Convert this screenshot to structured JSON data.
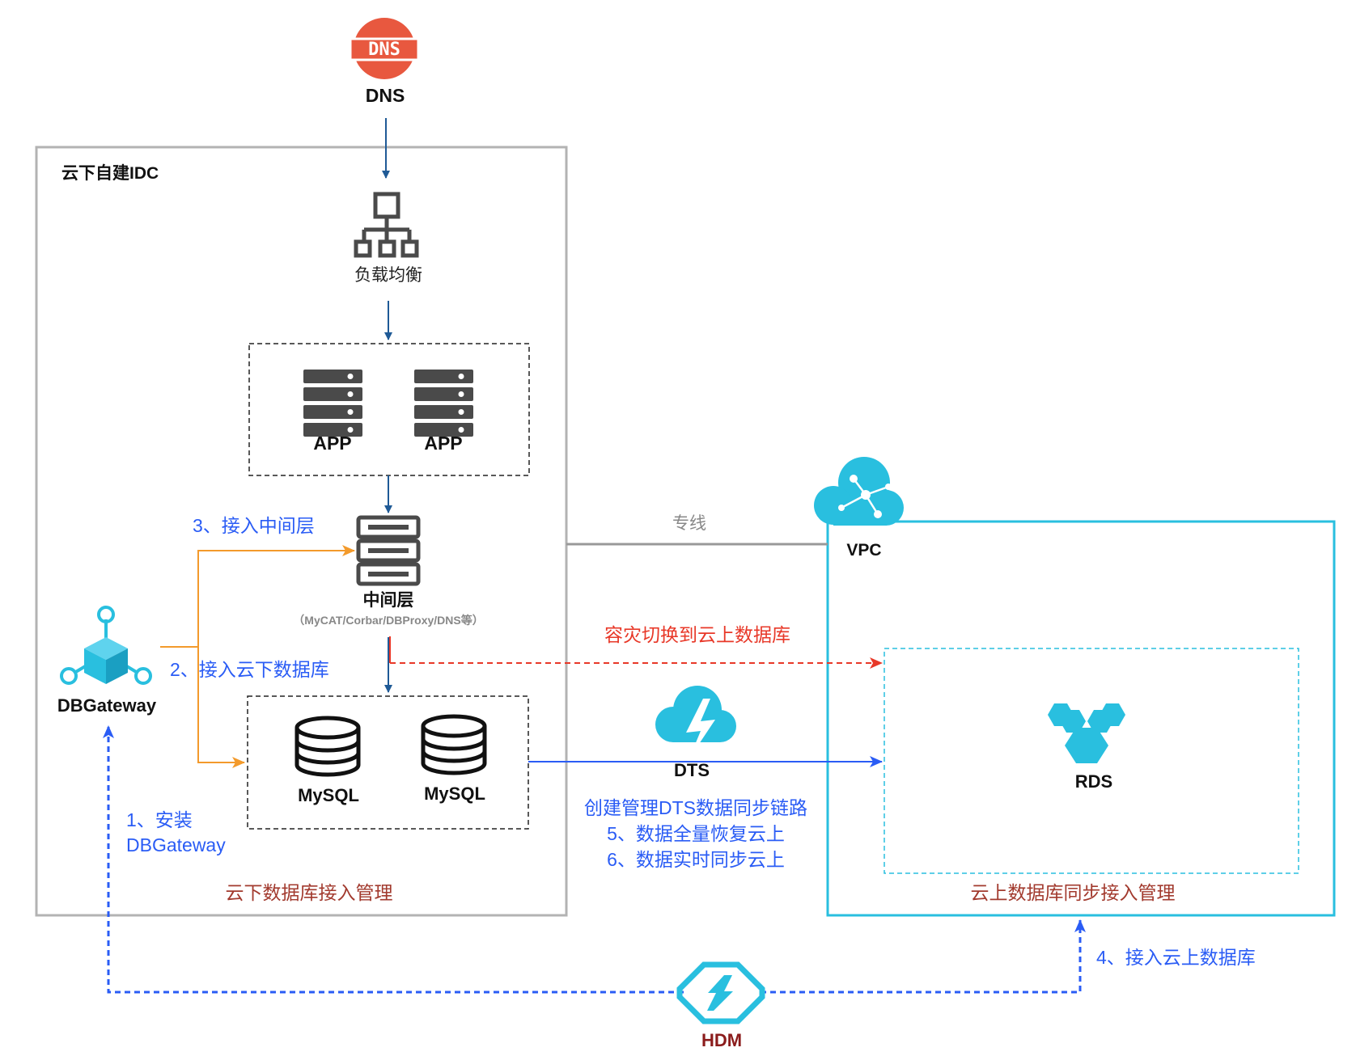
{
  "nodes": {
    "dns": {
      "icon_text": "DNS",
      "label": "DNS"
    },
    "load_balancer": {
      "label": "负载均衡"
    },
    "app1": {
      "label": "APP"
    },
    "app2": {
      "label": "APP"
    },
    "middle_layer": {
      "label": "中间层",
      "sublabel": "（MyCAT/Corbar/DBProxy/DNS等）"
    },
    "mysql1": {
      "label": "MySQL"
    },
    "mysql2": {
      "label": "MySQL"
    },
    "dbgateway": {
      "label": "DBGateway"
    },
    "vpc": {
      "label": "VPC"
    },
    "dts": {
      "label": "DTS"
    },
    "rds": {
      "label": "RDS"
    },
    "hdm": {
      "label": "HDM"
    }
  },
  "groups": {
    "idc": {
      "title": "云下自建IDC",
      "footer": "云下数据库接入管理"
    },
    "cloud": {
      "footer": "云上数据库同步接入管理"
    }
  },
  "edges": {
    "dedicated_line": "专线",
    "step1_line1": "1、安装",
    "step1_line2": "DBGateway",
    "step2": "2、接入云下数据库",
    "step3": "3、接入中间层",
    "step4": "4、接入云上数据库",
    "dts_line1": "创建管理DTS数据同步链路",
    "dts_line2": "5、数据全量恢复云上",
    "dts_line3": "6、数据实时同步云上",
    "failover": "容灾切换到云上数据库"
  },
  "colors": {
    "icon_gray": "#4a4a4a",
    "arrow_dark_blue": "#1f5a96",
    "orange": "#f39a2b",
    "blue": "#2a5cf5",
    "red": "#e83828",
    "cyan": "#29bfdf",
    "dns_red": "#e8583f"
  }
}
